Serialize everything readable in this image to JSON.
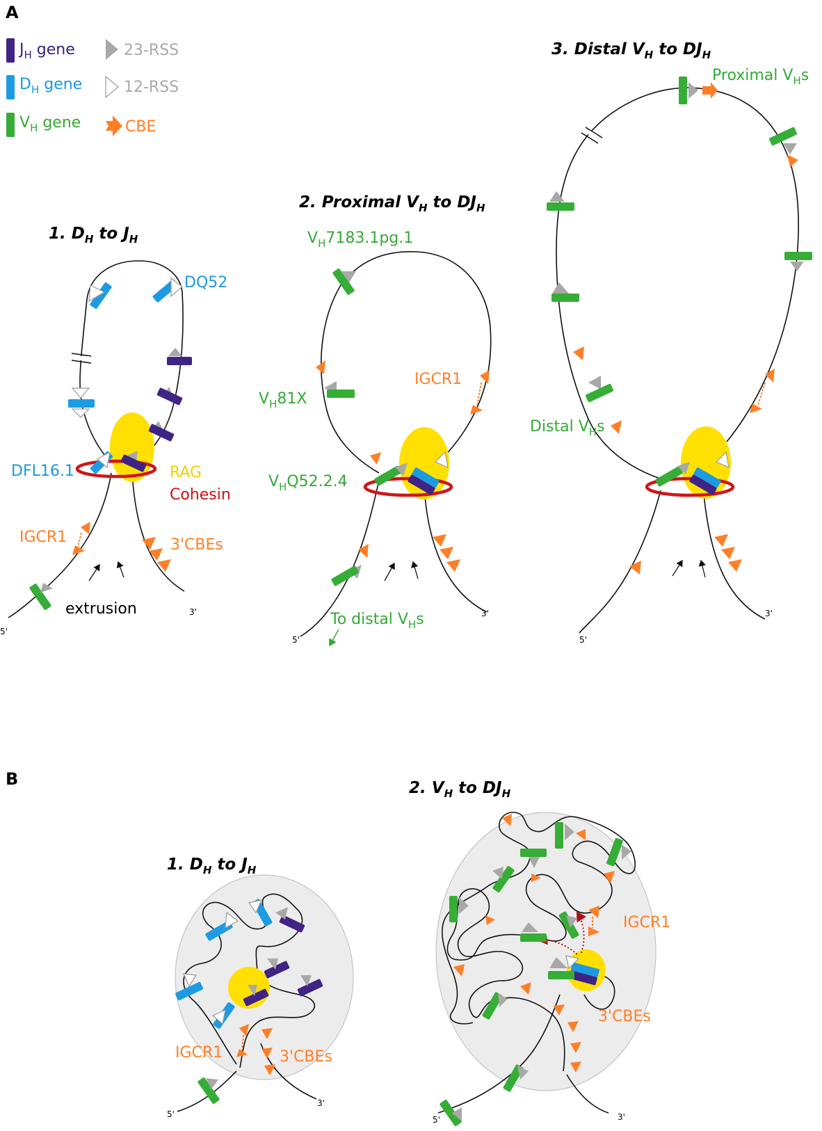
{
  "panels": {
    "a": "A",
    "b": "B"
  },
  "legend": {
    "jh_main": "J",
    "jh_sub": "H",
    "jh_rest": " gene",
    "dh_main": "D",
    "dh_sub": "H",
    "dh_rest": " gene",
    "vh_main": "V",
    "vh_sub": "H",
    "vh_rest": " gene",
    "rss23": "23-RSS",
    "rss12": "12-RSS",
    "cbe": "CBE"
  },
  "panel_a": {
    "step1": {
      "num": "1. ",
      "m1": "D",
      "s1": "H",
      "mid": " to ",
      "m2": "J",
      "s2": "H"
    },
    "step2": {
      "num": "2. Proximal ",
      "m1": "V",
      "s1": "H",
      "mid": " to ",
      "m2": "DJ",
      "s2": "H"
    },
    "step3": {
      "num": "3. Distal ",
      "m1": "V",
      "s1": "H",
      "mid": " to ",
      "m2": "DJ",
      "s2": "H"
    },
    "labels": {
      "dq52": "DQ52",
      "dfl161": "DFL16.1",
      "rag": "RAG",
      "cohesin": "Cohesin",
      "igcr1": "IGCR1",
      "cbes": "3'CBEs",
      "extrusion": "extrusion",
      "vh7183_main": "V",
      "vh7183_sub": "H",
      "vh7183_rest": "7183.1pg.1",
      "vh81x_main": "V",
      "vh81x_sub": "H",
      "vh81x_rest": "81X",
      "vhq52_main": "V",
      "vhq52_sub": "H",
      "vhq52_rest": "Q52.2.4",
      "igcr1_loop": "IGCR1",
      "to_distal_pre": "To distal V",
      "to_distal_sub": "H",
      "to_distal_post": "s",
      "proximal_pre": "Proximal V",
      "proximal_sub": "H",
      "proximal_post": "s",
      "distal_pre": "Distal V",
      "distal_sub": "H",
      "distal_post": "s",
      "five_prime": "5'",
      "three_prime": "3'"
    }
  },
  "panel_b": {
    "step1": {
      "num": "1. ",
      "m1": "D",
      "s1": "H",
      "mid": " to ",
      "m2": "J",
      "s2": "H"
    },
    "step2": {
      "num": "2. ",
      "m1": "V",
      "s1": "H",
      "mid": " to ",
      "m2": "DJ",
      "s2": "H"
    },
    "labels": {
      "igcr1": "IGCR1",
      "cbes": "3'CBEs",
      "igcr1_big": "IGCR1",
      "cbes_big": "3'CBEs",
      "five_prime": "5'",
      "three_prime": "3'"
    }
  },
  "colors": {
    "jh_gene": "#3f2385",
    "dh_gene": "#1c9be3",
    "vh_gene": "#36ad36",
    "rss23": "#a8a8a8",
    "cbe": "#ff7f27",
    "rag": "#ffe000",
    "cohesin": "#d01515"
  }
}
